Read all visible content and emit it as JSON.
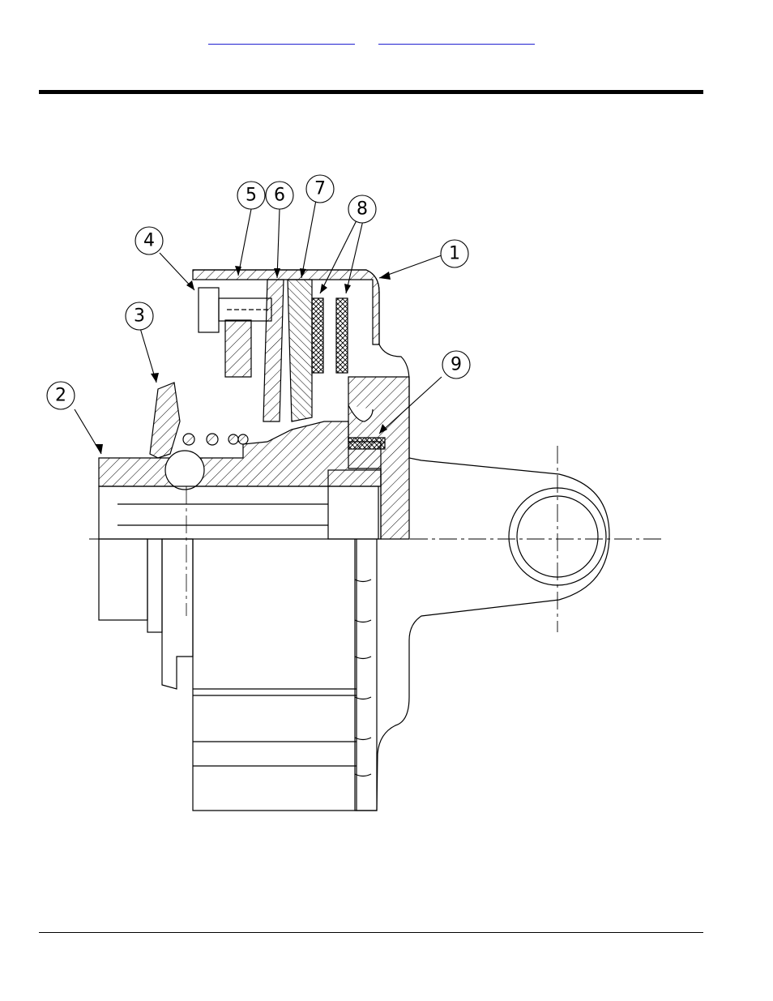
{
  "header": {
    "links": [
      {
        "label": ""
      },
      {
        "label": ""
      }
    ]
  },
  "diagram": {
    "callouts": [
      "1",
      "2",
      "3",
      "4",
      "5",
      "6",
      "7",
      "8",
      "9"
    ]
  }
}
